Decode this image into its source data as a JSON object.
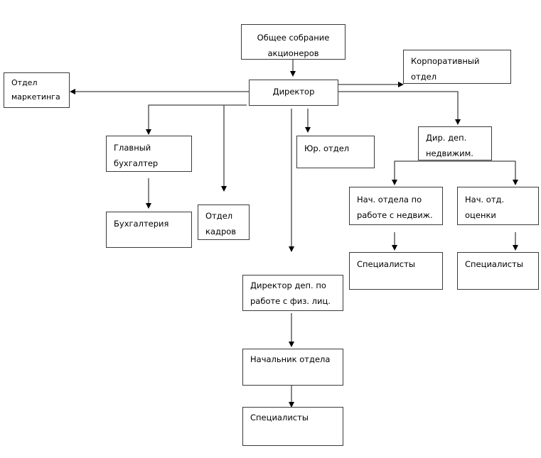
{
  "title": "Организационная структура",
  "nodes": {
    "shareholders": {
      "lines": [
        "Общее собрание",
        "акционеров"
      ]
    },
    "director": {
      "lines": [
        "Директор"
      ]
    },
    "marketing": {
      "lines": [
        "Отдел",
        "маркетинга"
      ]
    },
    "corporate": {
      "lines": [
        "Корпоративный",
        "отдел"
      ]
    },
    "chief_accountant": {
      "lines": [
        "Главный",
        "бухгалтер"
      ]
    },
    "accounting": {
      "lines": [
        "Бухгалтерия"
      ]
    },
    "hr": {
      "lines": [
        "Отдел",
        "кадров"
      ]
    },
    "legal": {
      "lines": [
        "Юр. отдел"
      ]
    },
    "realestate_director": {
      "lines": [
        "Дир. деп.",
        "недвижим."
      ]
    },
    "realestate_head": {
      "lines": [
        "Нач. отдела по",
        "работе с недвиж."
      ]
    },
    "valuation_head": {
      "lines": [
        "Нач. отд.",
        "оценки"
      ]
    },
    "realestate_specialists": {
      "lines": [
        "Специалисты"
      ]
    },
    "valuation_specialists": {
      "lines": [
        "Специалисты"
      ]
    },
    "individuals_director": {
      "lines": [
        "Директор деп. по",
        "работе с физ. лиц."
      ]
    },
    "individuals_head": {
      "lines": [
        "Начальник отдела"
      ]
    },
    "individuals_specialists": {
      "lines": [
        "Специалисты"
      ]
    }
  },
  "edges": [
    [
      "shareholders",
      "director"
    ],
    [
      "director",
      "marketing"
    ],
    [
      "director",
      "corporate"
    ],
    [
      "director",
      "chief_accountant"
    ],
    [
      "director",
      "hr"
    ],
    [
      "director",
      "legal"
    ],
    [
      "director",
      "individuals_director"
    ],
    [
      "director",
      "realestate_director"
    ],
    [
      "chief_accountant",
      "accounting"
    ],
    [
      "realestate_director",
      "realestate_head"
    ],
    [
      "realestate_director",
      "valuation_head"
    ],
    [
      "realestate_head",
      "realestate_specialists"
    ],
    [
      "valuation_head",
      "valuation_specialists"
    ],
    [
      "individuals_director",
      "individuals_head"
    ],
    [
      "individuals_head",
      "individuals_specialists"
    ]
  ]
}
